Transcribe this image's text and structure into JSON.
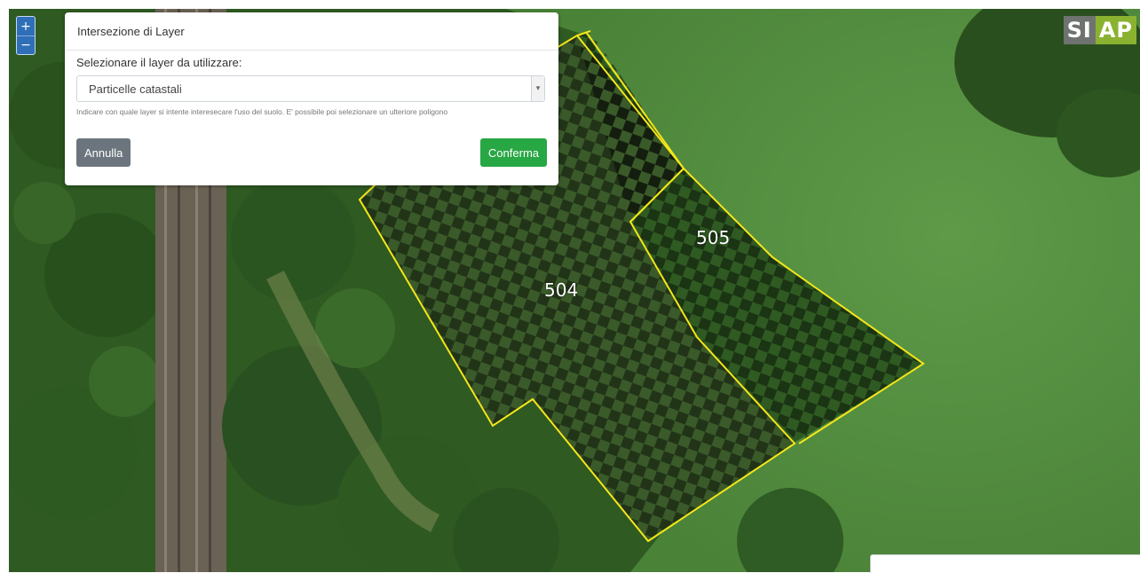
{
  "map": {
    "parcels": [
      {
        "label": "504"
      },
      {
        "label": "505"
      }
    ],
    "zoom": {
      "in_label": "+",
      "out_label": "−"
    },
    "logo": {
      "left": "SI",
      "right": "AP"
    },
    "colors": {
      "parcel_outline": "#f4e619",
      "primary": "#2e6fb8"
    }
  },
  "dialog": {
    "title": "Intersezione di Layer",
    "select_label": "Selezionare il layer da utilizzare:",
    "select_value": "Particelle catastali",
    "hint": "Indicare con quale layer si intente interesecare l'uso del suolo. E' possibile poi selezionare un ulteriore poligono",
    "cancel_label": "Annulla",
    "confirm_label": "Conferma",
    "colors": {
      "cancel": "#6c757d",
      "confirm": "#28a745"
    }
  }
}
